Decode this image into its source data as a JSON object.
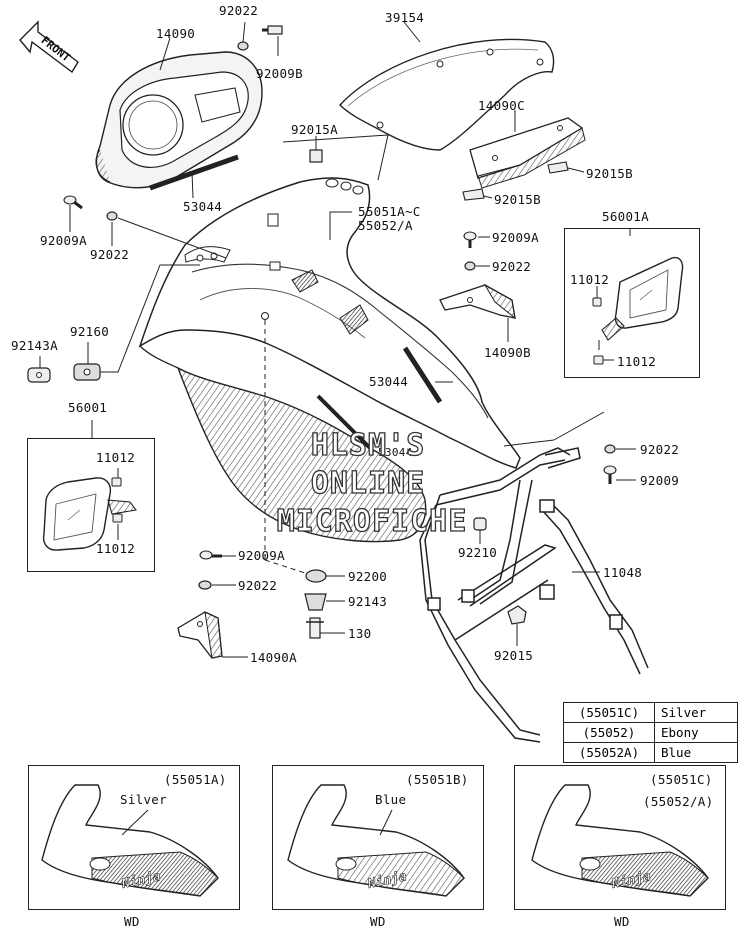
{
  "front_arrow_text": "FRONT",
  "labels": {
    "p14090": "14090",
    "p92022_top": "92022",
    "p39154": "39154",
    "p92009B": "92009B",
    "p92015A": "92015A",
    "p14090C": "14090C",
    "p53044_top": "53044",
    "p55051": "55051A~C",
    "p55052": "55052/A",
    "p92015B_a": "92015B",
    "p92015B_b": "92015B",
    "p92009A_left": "92009A",
    "p92022_left": "92022",
    "p92009A_right": "92009A",
    "p56001A": "56001A",
    "p92022_right": "92022",
    "p11012_a": "11012",
    "p92143A": "92143A",
    "p92160": "92160",
    "p14090B": "14090B",
    "p11012_b": "11012",
    "p53044_mid": "53044",
    "p53044_inner": "53044",
    "p56001": "56001",
    "p92022_r2": "92022",
    "p11012_c": "11012",
    "p92009": "92009",
    "p11012_d": "11012",
    "p92210": "92210",
    "p92009A_low": "92009A",
    "p11048": "11048",
    "p92022_low": "92022",
    "p92200": "92200",
    "p92143": "92143",
    "p130": "130",
    "p92015": "92015",
    "p14090A": "14090A"
  },
  "watermark": [
    "HLSM'S",
    "ONLINE",
    "MICROFICHE"
  ],
  "color_legend": [
    {
      "code": "(55051C)",
      "color": "Silver"
    },
    {
      "code": "(55052)",
      "color": "Ebony"
    },
    {
      "code": "(55052A)",
      "color": "Blue"
    }
  ],
  "variants": [
    {
      "code": "(55051A)",
      "color": "Silver",
      "footer": "WD",
      "decal": "Ninja"
    },
    {
      "code": "(55051B)",
      "color": "Blue",
      "footer": "WD",
      "decal": "Ninja"
    },
    {
      "code": "(55051C)",
      "code2": "(55052/A)",
      "footer": "WD",
      "decal": "Ninja"
    }
  ]
}
